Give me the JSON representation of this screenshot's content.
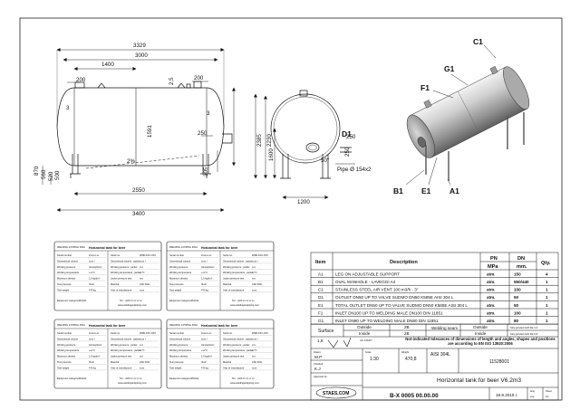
{
  "side_view": {
    "dims": [
      "3329",
      "3000",
      "1400",
      "200",
      "200",
      "2,5",
      "3",
      "3",
      "1591",
      "2%",
      "2550",
      "3400",
      "870",
      "560",
      "520",
      "500",
      "305",
      "250"
    ]
  },
  "end_view": {
    "dims": [
      "2385",
      "2230",
      "1600",
      "250",
      "250",
      "1200",
      "50°",
      "D1",
      "Pipe  Ø 154x2"
    ]
  },
  "iso_view": {
    "labels": [
      "C1",
      "G1",
      "F1",
      "B1",
      "E1",
      "A1"
    ]
  },
  "plates": [
    {
      "logo": "WELDING & PIPING INSA",
      "title": "Horizontal tank for beer",
      "left_rows": [
        {
          "k": "Serial number",
          "v": "11xxxx-xx"
        },
        {
          "k": "Geometrical volume",
          "v": "xxxx l"
        },
        {
          "k": "Working pressure",
          "v": "Atmospheric"
        },
        {
          "k": "Working temperature",
          "v": "+xx°C"
        },
        {
          "k": "Maximum density",
          "v": "1,0 kg/dm³"
        },
        {
          "k": "Test pressure",
          "v": "Ifnull"
        },
        {
          "k": "Tare weight",
          "v": "470 kg"
        }
      ],
      "footer": "Equipment category/Module",
      "right_rows": [
        {
          "k": "Stock no.",
          "v": "WSB-XXX-XXX"
        },
        {
          "k": "Geometrical volume - jacket",
          "v": "xxxx l"
        },
        {
          "k": "Working pressure - jacket",
          "v": "xxx"
        },
        {
          "k": "Working temperature - jacket",
          "v": "xx°C"
        },
        {
          "k": "Jacket pressure test",
          "v": "xxx"
        },
        {
          "k": "Material",
          "v": "AISI 304L"
        },
        {
          "k": "Year of manufacture",
          "v": "xxxx"
        }
      ],
      "contact": "Tel.: +420 xx xx xx xx",
      "web": "www.weldingandpiping.com"
    },
    {
      "logo": "WELDING & PIPING INSA",
      "title": "Horizontal tank for beer",
      "left_rows": [
        {
          "k": "Serial number",
          "v": "11xxxx-xx"
        },
        {
          "k": "Geometrical volume",
          "v": "xxxx l"
        },
        {
          "k": "Working pressure",
          "v": "Atmospheric"
        },
        {
          "k": "Working temperature",
          "v": "+xx°C"
        },
        {
          "k": "Maximum density",
          "v": "1,0 kg/dm³"
        },
        {
          "k": "Test pressure",
          "v": "Ifnull"
        },
        {
          "k": "Tare weight",
          "v": "470 kg"
        }
      ],
      "footer": "Equipment category/Module",
      "right_rows": [
        {
          "k": "Stock no.",
          "v": "WSB-XXX-XXX"
        },
        {
          "k": "Geometrical volume - jacket",
          "v": "xxxx l"
        },
        {
          "k": "Working pressure - jacket",
          "v": "xxx"
        },
        {
          "k": "Working temperature - jacket",
          "v": "xx°C"
        },
        {
          "k": "Jacket pressure test",
          "v": "xxx"
        },
        {
          "k": "Material",
          "v": "AISI 304L"
        },
        {
          "k": "Year of manufacture",
          "v": "xxxx"
        }
      ],
      "contact": "Tel.: +420 xx xx xx xx",
      "web": "www.weldingandpiping.com"
    },
    {
      "logo": "WELDING & PIPING INSA",
      "title": "Horizontal tank for beer",
      "left_rows": [
        {
          "k": "Serial number",
          "v": "11xxxx-xx"
        },
        {
          "k": "Geometrical volume",
          "v": "xxxx l"
        },
        {
          "k": "Working pressure",
          "v": "Atmospheric"
        },
        {
          "k": "Working temperature",
          "v": "+xx°C"
        },
        {
          "k": "Maximum density",
          "v": "1,0 kg/dm³"
        },
        {
          "k": "Test pressure",
          "v": "Ifnull"
        },
        {
          "k": "Tare weight",
          "v": "470 kg"
        }
      ],
      "footer": "Equipment category/Module",
      "right_rows": [
        {
          "k": "Stock no.",
          "v": "WSB-XXX-XXX"
        },
        {
          "k": "Geometrical volume - jacket",
          "v": "xxxx l"
        },
        {
          "k": "Working pressure - jacket",
          "v": "xxx"
        },
        {
          "k": "Working temperature - jacket",
          "v": "xx°C"
        },
        {
          "k": "Jacket pressure test",
          "v": "xxx"
        },
        {
          "k": "Material",
          "v": "AISI 304L"
        },
        {
          "k": "Year of manufacture",
          "v": "xxxx"
        }
      ],
      "contact": "Tel.: +420 xx xx xx xx",
      "web": "www.weldingandpiping.com"
    },
    {
      "logo": "WELDING & PIPING INSA",
      "title": "Horizontal tank for beer",
      "left_rows": [
        {
          "k": "Serial number",
          "v": "11xxxx-xx"
        },
        {
          "k": "Geometrical volume",
          "v": "xxxx l"
        },
        {
          "k": "Working pressure",
          "v": "Atmospheric"
        },
        {
          "k": "Working temperature",
          "v": "+xx°C"
        },
        {
          "k": "Maximum density",
          "v": "1,0 kg/dm³"
        },
        {
          "k": "Test pressure",
          "v": "Ifnull"
        },
        {
          "k": "Tare weight",
          "v": "470 kg"
        }
      ],
      "footer": "Equipment category/Module",
      "right_rows": [
        {
          "k": "Stock no.",
          "v": "WSB-XXX-XXX"
        },
        {
          "k": "Geometrical volume - jacket",
          "v": "xxxx l"
        },
        {
          "k": "Working pressure - jacket",
          "v": "xxx"
        },
        {
          "k": "Working temperature - jacket",
          "v": "xx°C"
        },
        {
          "k": "Jacket pressure test",
          "v": "xxx"
        },
        {
          "k": "Material",
          "v": "AISI 304L"
        },
        {
          "k": "Year of manufacture",
          "v": "xxxx"
        }
      ],
      "contact": "Tel.: +420 xx xx xx xx",
      "web": "www.weldingandpiping.com"
    }
  ],
  "parts_table": {
    "head": {
      "item": "Item",
      "description": "Description",
      "pn": "PN",
      "pn_unit": "MPa",
      "dn": "DN",
      "dn_unit": "mm.",
      "qty": "Qty."
    },
    "rows": [
      {
        "item": "A1",
        "desc": "LEG ON ADJUSTABLE SUPPORT",
        "pn": "atm.",
        "dn": "150",
        "qty": "4"
      },
      {
        "item": "B1",
        "desc": "OVAL MANHOLE - LAVEGGI A4",
        "pn": "atm.",
        "dn": "550/440",
        "qty": "1"
      },
      {
        "item": "C1",
        "desc": "STAINLESS STEEL AIR VENT 100 m3/h - 3\"",
        "pn": "atm.",
        "dn": "100",
        "qty": "1"
      },
      {
        "item": "D1",
        "desc": "OUTLET DN50 UP TO VALVE SUDMO  DN50 K585E AISI 304 L",
        "pn": "atm.",
        "dn": "50",
        "qty": "1"
      },
      {
        "item": "E1",
        "desc": "TOTAL OUTLET DN50 UP TO VALVE SUDMO  DN50 K585E AISI 304 L",
        "pn": "atm.",
        "dn": "50",
        "qty": "1"
      },
      {
        "item": "F1",
        "desc": "INLET  DN100 UP TO WELDING MALE DN100 DIN 11851",
        "pn": "atm.",
        "dn": "100",
        "qty": "1"
      },
      {
        "item": "G1",
        "desc": "INLET  DN80 UP TO WELDING MALE DN80 DIN 11851",
        "pn": "atm.",
        "dn": "80",
        "qty": "1"
      }
    ]
  },
  "surface": {
    "label": "Surface",
    "outside": "Outside",
    "inside": "Inside",
    "v1": "2B",
    "v2": "2B",
    "welding": "Welding seam",
    "w_out": "Outside",
    "w_in": "Inside",
    "grind1": "Strip grinded 2x20 Ra<1.6",
    "grind2": "Strip grinded 2x20 Ra<0.8"
  },
  "title_block": {
    "roughness": "1,6",
    "roughness_note": "min.0,8x45°",
    "tolerance_note": "Not-indicated tolerances of dimensions of length and angles, shapes and positions are according to EN ISO 13920:2006",
    "drawn_label": "Drawn:",
    "drawn": "M.P",
    "scale_label": "Scale",
    "scale": "1:30",
    "weight_label": "Weight",
    "weight": "470,8",
    "material": "AISI 304L",
    "part_no": "11528001",
    "checked_label": "Checked:",
    "checked": "K.J",
    "approved_label": "Approved by:",
    "title": "Horizontal tank for beer V6.2m3",
    "drawing_no": "B-X 0005 00.00.00",
    "date": "18.9.2015 r.",
    "lang_label": "lang",
    "lang": "eng",
    "sheet_label": "Sheet",
    "sheet": "1/1",
    "logo": "STAES.COM"
  }
}
